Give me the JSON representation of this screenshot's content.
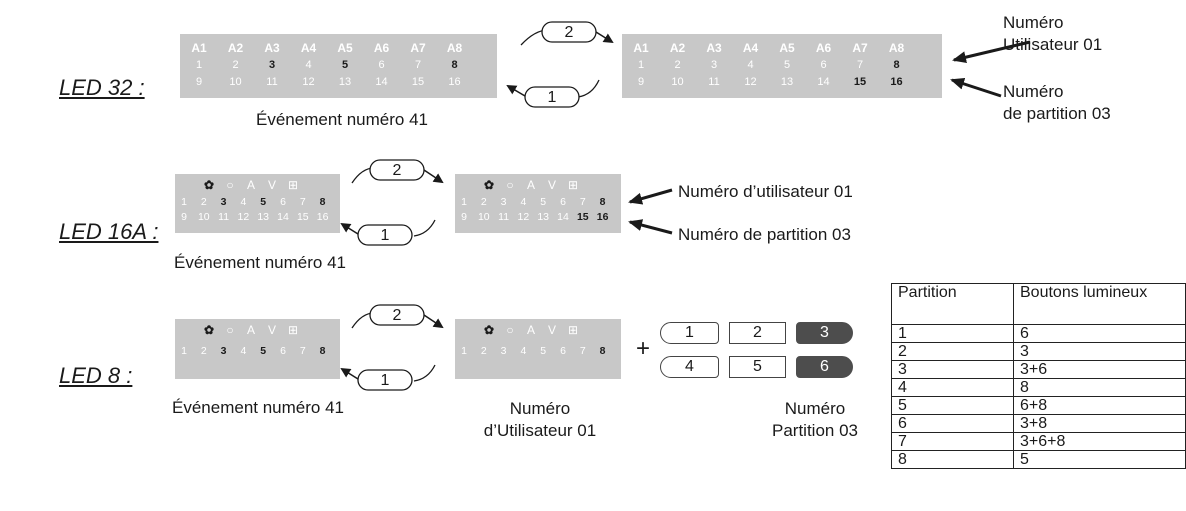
{
  "sections": [
    {
      "label": "LED 32 :",
      "caption": "Événement numéro 41"
    },
    {
      "label": "LED 16A :",
      "caption": "Événement numéro 41"
    },
    {
      "label": "LED 8 :",
      "caption": "Événement numéro 41"
    }
  ],
  "arrows": {
    "forward": "2",
    "back": "1"
  },
  "led32": {
    "headers": [
      "A1",
      "A2",
      "A3",
      "A4",
      "A5",
      "A6",
      "A7",
      "A8"
    ],
    "row1": [
      "1",
      "2",
      "3",
      "4",
      "5",
      "6",
      "7",
      "8"
    ],
    "row2": [
      "9",
      "10",
      "11",
      "12",
      "13",
      "14",
      "15",
      "16"
    ],
    "annot_top": [
      "Numéro",
      "Utilisateur 01"
    ],
    "annot_bottom": [
      "Numéro",
      "de partition 03"
    ]
  },
  "led16": {
    "row1": [
      "1",
      "2",
      "3",
      "4",
      "5",
      "6",
      "7",
      "8"
    ],
    "row2": [
      "9",
      "10",
      "11",
      "12",
      "13",
      "14",
      "15",
      "16"
    ],
    "annot_top": "Numéro d’utilisateur 01",
    "annot_bottom": "Numéro de partition 03"
  },
  "led8": {
    "row1": [
      "1",
      "2",
      "3",
      "4",
      "5",
      "6",
      "7",
      "8"
    ],
    "plus": "+",
    "keys": [
      "1",
      "2",
      "3",
      "4",
      "5",
      "6"
    ],
    "user_caption": [
      "Numéro",
      "d’Utilisateur 01"
    ],
    "partition_caption": [
      "Numéro",
      "Partition 03"
    ]
  },
  "icon_colors": {
    "panel": "#c8c8c8",
    "lit": "#1a1a1a",
    "unlit": "#ffffff",
    "key_lit": "#4d4d4d"
  },
  "table": {
    "headers": [
      "Partition",
      "Boutons lumineux"
    ],
    "rows": [
      [
        "1",
        "6"
      ],
      [
        "2",
        "3"
      ],
      [
        "3",
        "3+6"
      ],
      [
        "4",
        "8"
      ],
      [
        "5",
        "6+8"
      ],
      [
        "6",
        "3+8"
      ],
      [
        "7",
        "3+6+8"
      ],
      [
        "8",
        "5"
      ]
    ]
  }
}
